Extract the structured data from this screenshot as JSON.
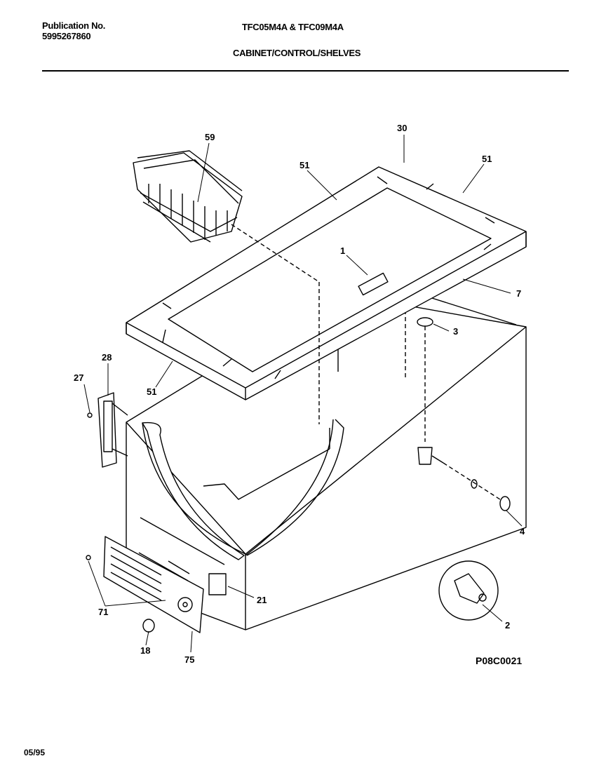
{
  "header": {
    "publication_label": "Publication No.",
    "publication_number": "5995267860",
    "models": "TFC05M4A & TFC09M4A",
    "section_title": "CABINET/CONTROL/SHELVES"
  },
  "diagram": {
    "callouts": {
      "c59": "59",
      "c30": "30",
      "c51a": "51",
      "c51b": "51",
      "c51c": "51",
      "c1": "1",
      "c7": "7",
      "c3": "3",
      "c28": "28",
      "c27": "27",
      "c4": "4",
      "c21": "21",
      "c2": "2",
      "c71": "71",
      "c18": "18",
      "c75": "75"
    },
    "figure_code": "P08C0021"
  },
  "footer": {
    "date": "05/95"
  }
}
